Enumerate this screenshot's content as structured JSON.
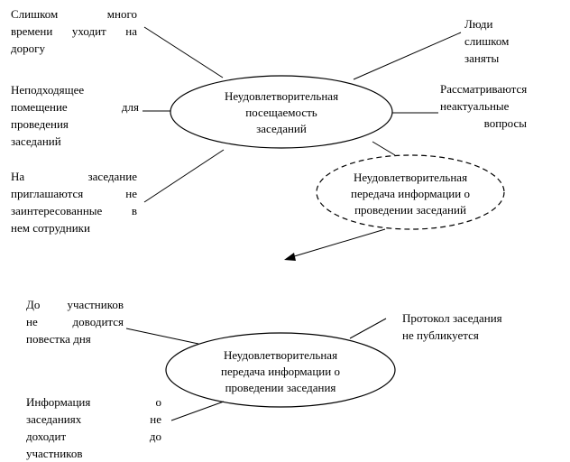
{
  "diagram_top": {
    "center": {
      "lines": [
        "Неудовлетворительная",
        "посещаемость",
        "заседаний"
      ]
    },
    "secondary": {
      "lines": [
        "Неудовлетворительная",
        "передача информации о",
        "проведении заседаний"
      ]
    },
    "causes": [
      {
        "lines": [
          "Слишком много",
          "времени уходит на",
          "дорогу"
        ]
      },
      {
        "lines": [
          "Неподходящее",
          "помещение для",
          "проведения",
          "заседаний"
        ]
      },
      {
        "lines": [
          "На заседание",
          "приглашаются не",
          "заинтересованные в",
          "нем сотрудники"
        ]
      },
      {
        "lines": [
          "Люди",
          "слишком",
          "заняты"
        ]
      },
      {
        "lines": [
          "Рассматриваются",
          "неактуальные",
          "вопросы"
        ]
      }
    ]
  },
  "diagram_bottom": {
    "center": {
      "lines": [
        "Неудовлетворительная",
        "передача информации о",
        "проведении заседания"
      ]
    },
    "causes": [
      {
        "lines": [
          "До участников",
          "не доводится",
          "повестка дня"
        ]
      },
      {
        "lines": [
          "Протокол заседания",
          "не публикуется"
        ]
      },
      {
        "lines": [
          "Информация о",
          "заседаниях не",
          "доходит до",
          "участников"
        ]
      }
    ]
  }
}
